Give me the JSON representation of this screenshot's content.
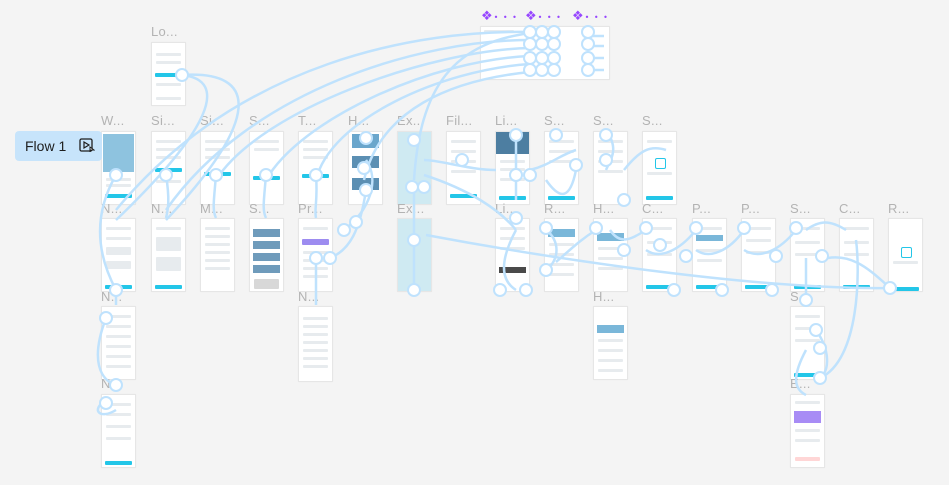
{
  "canvas": {
    "background": "#f4f4f4",
    "wire_color": "#bfe2fd",
    "accent": "#23c6e8",
    "component_color": "#9747ff"
  },
  "flow": {
    "label": "Flow 1",
    "icon": "play-icon"
  },
  "components": {
    "glyph": "❖",
    "dots": "• • •"
  },
  "frames": {
    "lo": "Lo...",
    "w": "W...",
    "si": "Si...",
    "si2": "Si...",
    "s1": "S...",
    "t": "T...",
    "h": "H...",
    "ex": "Ex...",
    "fil": "Fil...",
    "li": "Li...",
    "s2": "S...",
    "s3": "S...",
    "s4": "S...",
    "n1": "N...",
    "n2": "N...",
    "m": "M...",
    "s5": "S...",
    "pr": "Pr...",
    "ex2": "Ex...",
    "li2": "Li...",
    "r": "R...",
    "h2": "H...",
    "c": "C...",
    "p1": "P...",
    "p2": "P...",
    "s6": "S...",
    "c2": "C...",
    "r2": "R...",
    "n3": "N...",
    "n4": "N...",
    "n5": "N...",
    "h3": "H...",
    "s7": "S...",
    "e": "E..."
  }
}
